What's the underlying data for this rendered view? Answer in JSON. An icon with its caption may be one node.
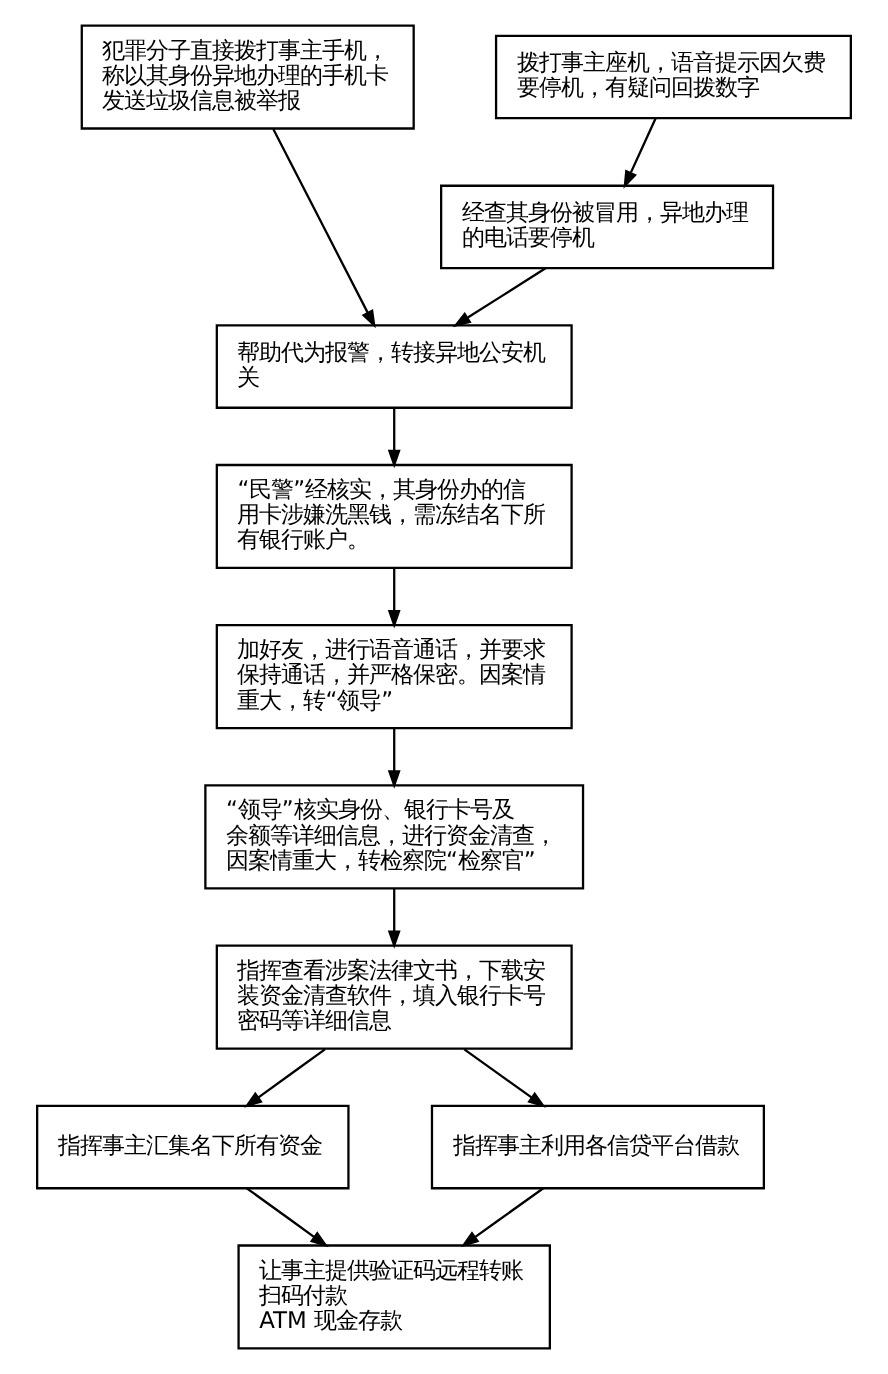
{
  "diagram": {
    "nodes": [
      {
        "text": [
          "犯罪分子直接拨打事主手机，称以其身份异地办理的手机卡发送垃圾信息被举报"
        ]
      },
      {
        "text": [
          "拨打事主座机，语音提示因欠费要停机，有疑问回拨数字"
        ]
      },
      {
        "text": [
          "经查其身份被冒用，异地办理的电话要停机"
        ]
      },
      {
        "text": [
          "帮助代为报警，转接异地公安机关"
        ]
      },
      {
        "text": [
          "“民警”经核实，其身份办的信用卡涉嫌洗黑钱，需冻结名下所有银行账户。"
        ]
      },
      {
        "text": [
          "加好友，进行语音通话，并要求保持通话，并严格保密。因案情重大，转“领导”"
        ]
      },
      {
        "text": [
          "“领导”核实身份、银行卡号及余额等详细信息，进行资金清查，因案情重大，转检察院“检察官”"
        ]
      },
      {
        "text": [
          "指挥查看涉案法律文书，下载安装资金清查软件，填入银行卡号密码等详细信息"
        ]
      },
      {
        "text": [
          "指挥事主汇集名下所有资金"
        ]
      },
      {
        "text": [
          "指挥事主利用各信贷平台借款"
        ]
      },
      {
        "text": [
          "让事主提供验证码远程转账",
          "扫码付款",
          "ATM 现金存款"
        ]
      }
    ],
    "edges": [
      {
        "from": 0,
        "to": 3,
        "arrow": "to"
      },
      {
        "from": 1,
        "to": 2,
        "arrow": "to"
      },
      {
        "from": 2,
        "to": 3,
        "arrow": "to"
      },
      {
        "from": 3,
        "to": 4,
        "arrow": "to"
      },
      {
        "from": 4,
        "to": 5,
        "arrow": "to"
      },
      {
        "from": 5,
        "to": 6,
        "arrow": "to"
      },
      {
        "from": 6,
        "to": 7,
        "arrow": "to"
      },
      {
        "from": 7,
        "to": 8,
        "arrow": "to"
      },
      {
        "from": 7,
        "to": 9,
        "arrow": "to"
      },
      {
        "from": 8,
        "to": 10,
        "arrow": "to"
      },
      {
        "from": 9,
        "to": 10,
        "arrow": "to"
      }
    ]
  }
}
